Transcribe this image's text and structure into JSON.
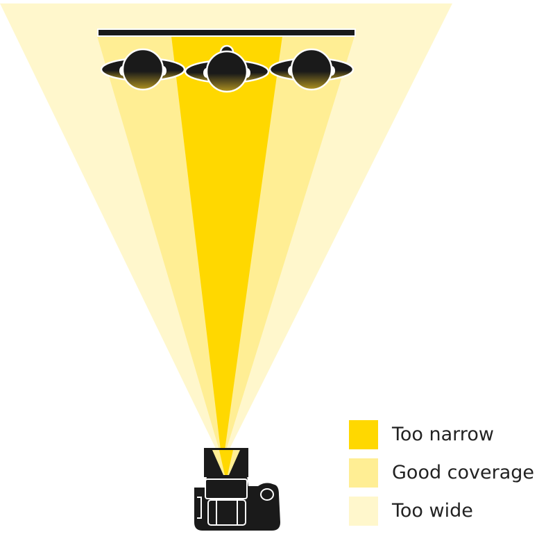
{
  "colors": {
    "too_narrow": "#FFD800",
    "good_coverage": "#FFEE94",
    "too_wide": "#FFF7CC",
    "silhouette": "#1a1a1a"
  },
  "legend": {
    "items": [
      {
        "label": "Too narrow",
        "color": "#FFD800"
      },
      {
        "label": "Good coverage",
        "color": "#FFEE94"
      },
      {
        "label": "Too wide",
        "color": "#FFF7CC"
      }
    ]
  },
  "icons": [
    "person-head-icon",
    "camera-icon",
    "backdrop-bar"
  ]
}
